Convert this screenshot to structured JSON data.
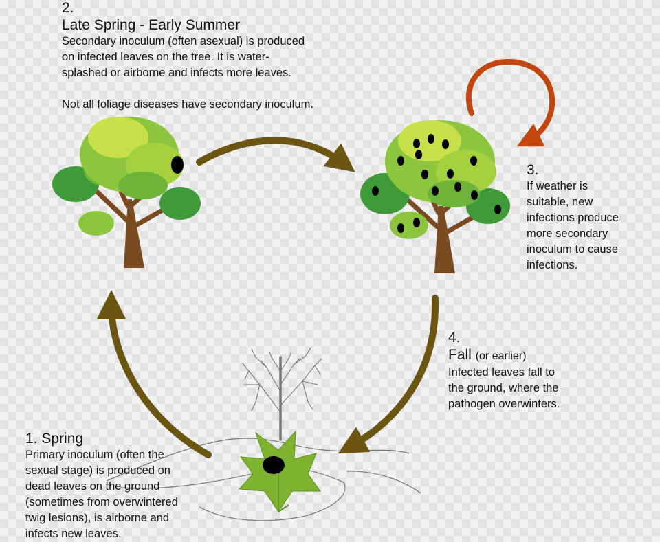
{
  "stages": {
    "s2": {
      "number": "2.",
      "title": "Late Spring - Early Summer",
      "lines": [
        "Secondary inoculum (often asexual) is produced",
        "on infected leaves on the tree.  It is water-",
        "splashed or airborne and infects more leaves."
      ],
      "note": "Not all foliage diseases have secondary inoculum."
    },
    "s3": {
      "number": "3.",
      "lines": [
        "If weather is",
        "suitable, new",
        "infections produce",
        "more secondary",
        "inoculum to cause",
        "infections."
      ]
    },
    "s4": {
      "number": "4.",
      "title": "Fall",
      "title_suffix": "(or earlier)",
      "lines": [
        "Infected leaves fall to",
        "the ground, where the",
        "pathogen overwinters."
      ]
    },
    "s1": {
      "title": "1. Spring",
      "lines": [
        "Primary inoculum (often the",
        "sexual stage) is produced on",
        "dead leaves on the ground",
        "(sometimes from overwintered",
        "twig lesions), is airborne and",
        "infects new leaves."
      ]
    }
  },
  "colors": {
    "cycle_arrow": "#6b5510",
    "repeat_arrow": "#c2460e",
    "foliage_dark": "#3f9a3a",
    "foliage_mid": "#8cc63f",
    "foliage_light": "#c8e04a",
    "trunk": "#7a4a20",
    "leaf": "#7db32f",
    "lesion": "#000000"
  }
}
